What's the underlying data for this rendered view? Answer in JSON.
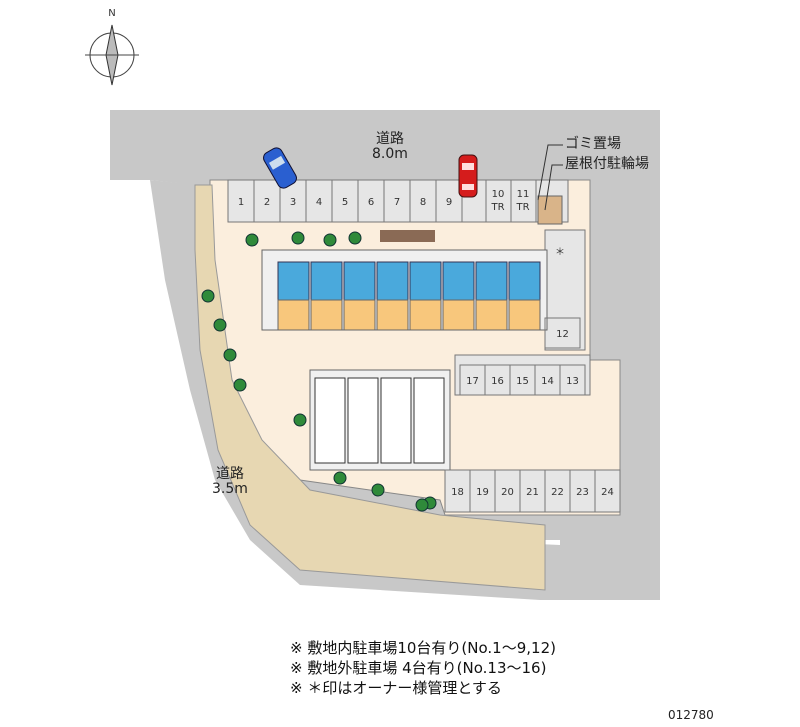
{
  "compass": {
    "north_label": "N"
  },
  "roads": {
    "main": {
      "name": "道路",
      "width": "8.0m"
    },
    "side": {
      "name": "道路",
      "width": "3.5m"
    }
  },
  "legend": {
    "garbage": "ゴミ置場",
    "bicycle": "屋根付駐輪場"
  },
  "parking": {
    "top_row": [
      "1",
      "2",
      "3",
      "4",
      "5",
      "6",
      "7",
      "8",
      "9"
    ],
    "trunk_room": [
      {
        "num": "10",
        "tag": "TR"
      },
      {
        "num": "11",
        "tag": "TR"
      }
    ],
    "side": "12",
    "middle_row": [
      "17",
      "16",
      "15",
      "14",
      "13"
    ],
    "bottom_row": [
      "18",
      "19",
      "20",
      "21",
      "22",
      "23",
      "24"
    ],
    "owner_mark": "＊"
  },
  "notes": [
    "※ 敷地内駐車場10台有り(No.1～9,12)",
    "※ 敷地外駐車場 4台有り(No.13～16)",
    "※ ＊印はオーナー様管理とする"
  ],
  "code": "012780",
  "colors": {
    "road": "#c8c8c8",
    "site": "#fbeedd",
    "path": "#e7d7b2",
    "unit_blue": "#4aa9dc",
    "unit_orange": "#f8c77c",
    "lot": "#e6e6e6"
  }
}
